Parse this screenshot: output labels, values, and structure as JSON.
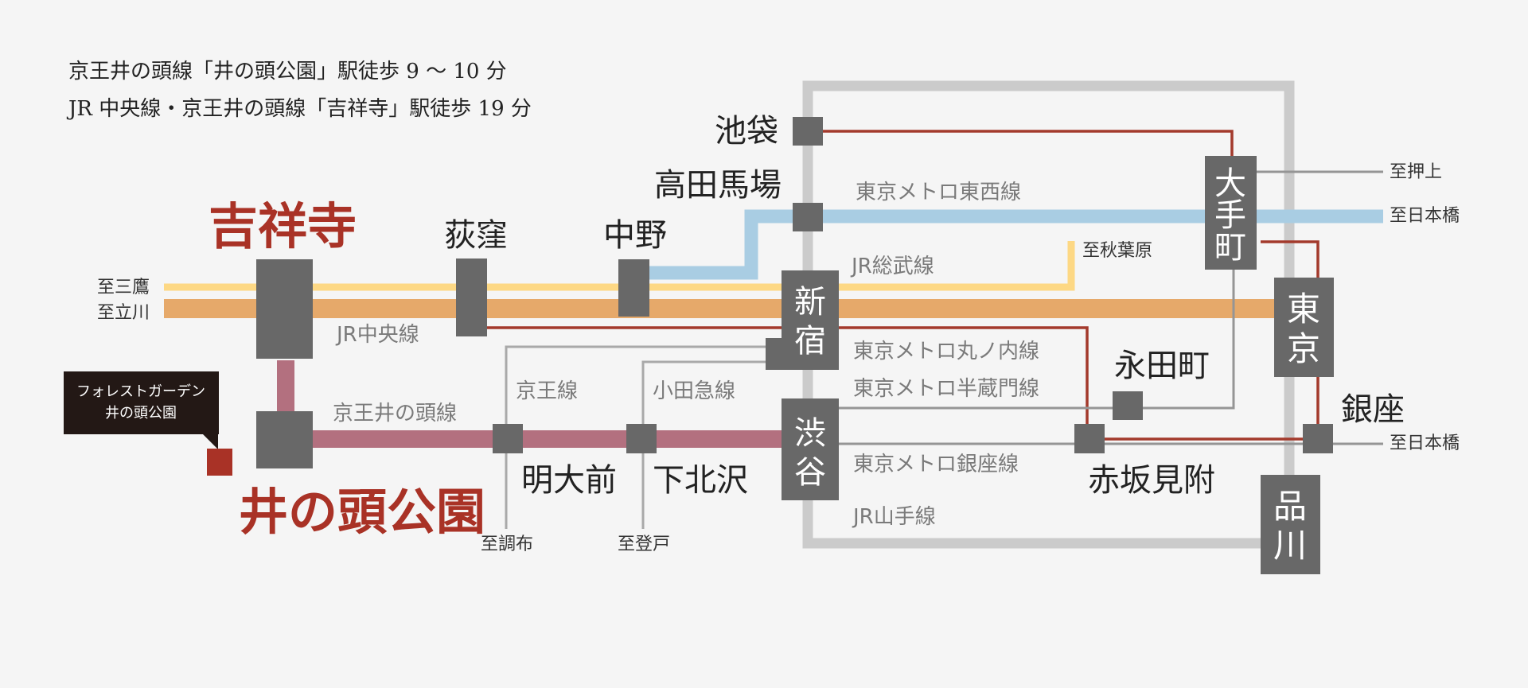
{
  "header": {
    "line1": "京王井の頭線「井の頭公園」駅徒歩 9 〜 10 分",
    "line2": "JR 中央線・京王井の頭線「吉祥寺」駅徒歩 19 分"
  },
  "colors": {
    "background": "#f5f5f5",
    "station_box": "#686868",
    "highlight_red": "#a93226",
    "yamanote": "#cbcbcb",
    "chuo": "#e6a96a",
    "sobu": "#fdd884",
    "tozai": "#a9cde3",
    "inokashira": "#b3707f",
    "marunouchi": "#a33a2c",
    "gray_line": "#959595",
    "callout_bg": "#231815"
  },
  "stations": {
    "kichijoji": "吉祥寺",
    "inokashira_koen": "井の頭公園",
    "ogikubo": "荻窪",
    "nakano": "中野",
    "takadanobaba": "高田馬場",
    "ikebukuro": "池袋",
    "shinjuku": "新宿",
    "shibuya": "渋谷",
    "meidaimae": "明大前",
    "shimokitazawa": "下北沢",
    "otemachi": "大手町",
    "tokyo": "東京",
    "nagatacho": "永田町",
    "ginza": "銀座",
    "akasaka_mitsuke": "赤坂見附",
    "shinagawa": "品川"
  },
  "lines": {
    "tozai": "東京メトロ東西線",
    "sobu": "JR総武線",
    "chuo": "JR中央線",
    "keio": "京王線",
    "odakyu": "小田急線",
    "inokashira": "京王井の頭線",
    "marunouchi": "東京メトロ丸ノ内線",
    "hanzomon": "東京メトロ半蔵門線",
    "ginza_line": "東京メトロ銀座線",
    "yamanote": "JR山手線"
  },
  "directions": {
    "mitaka": "至三鷹",
    "tachikawa": "至立川",
    "akihabara": "至秋葉原",
    "oshiage": "至押上",
    "nihonbashi_tozai": "至日本橋",
    "nihonbashi_ginza": "至日本橋",
    "chofu": "至調布",
    "noborito": "至登戸"
  },
  "callout": {
    "line1": "フォレストガーデン",
    "line2": "井の頭公園"
  }
}
